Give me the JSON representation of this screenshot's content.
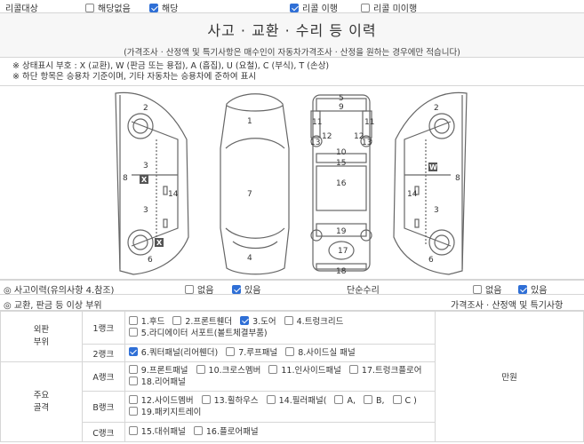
{
  "recall": {
    "label": "리콜대상",
    "opt_none": "해당없음",
    "opt_none_checked": false,
    "opt_yes": "해당",
    "opt_yes_checked": true,
    "opt_done": "리콜 이행",
    "opt_done_checked": true,
    "opt_notdone": "리콜 미이행",
    "opt_notdone_checked": false
  },
  "history": {
    "title": "사고 · 교환 · 수리 등 이력",
    "subtitle": "(가격조사 · 산정액 및 특기사항은 매수인이 자동차가격조사 · 산정을 원하는 경우에만 적습니다)"
  },
  "notes": {
    "line1": "※ 상태표시 부호 : X (교환), W (판금 또는 용접), A (흠집), U (요철), C (부식), T (손상)",
    "line2": "※ 하단 항목은 승용차 기준이며, 기타 자동차는 승용차에 준하여 표시"
  },
  "diagram": {
    "labels": [
      "1",
      "2",
      "3",
      "4",
      "5",
      "6",
      "7",
      "8",
      "9",
      "10",
      "11",
      "12",
      "13",
      "14",
      "15",
      "16",
      "17",
      "18",
      "19"
    ],
    "marks": [
      "X",
      "X",
      "W"
    ]
  },
  "accident": {
    "label": "◎ 사고이력(유의사항 4.참조)",
    "opt_no": "없음",
    "opt_no_checked": false,
    "opt_yes": "있음",
    "opt_yes_checked": true,
    "simple_repair_label": "단순수리",
    "sr_no": "없음",
    "sr_no_checked": false,
    "sr_yes": "있음",
    "sr_yes_checked": true
  },
  "exchange": {
    "header_left": "◎ 교환, 판금 등 이상 부위",
    "header_right": "가격조사 · 산정액 및 특기사항",
    "outer_label": "외판\n부위",
    "main_label": "주요\n골격",
    "price_value": "만원",
    "ranks": [
      {
        "name": "1랭크",
        "items": [
          {
            "t": "1.후드",
            "c": false
          },
          {
            "t": "2.프론트휀더",
            "c": false
          },
          {
            "t": "3.도어",
            "c": true
          },
          {
            "t": "4.트렁크리드",
            "c": false
          },
          {
            "t": "5.라디에이터 서포트(볼트체결부품)",
            "c": false
          }
        ]
      },
      {
        "name": "2랭크",
        "items": [
          {
            "t": "6.쿼터패널(리어휀더)",
            "c": true
          },
          {
            "t": "7.루프패널",
            "c": false
          },
          {
            "t": "8.사이드실 패널",
            "c": false
          }
        ]
      },
      {
        "name": "A랭크",
        "items": [
          {
            "t": "9.프론트패널",
            "c": false
          },
          {
            "t": "10.크로스멤버",
            "c": false
          },
          {
            "t": "11.인사이드패널",
            "c": false
          },
          {
            "t": "17.트렁크플로어",
            "c": false
          },
          {
            "t": "18.리어패널",
            "c": false
          }
        ]
      },
      {
        "name": "B랭크",
        "items": [
          {
            "t": "12.사이드멤버",
            "c": false
          },
          {
            "t": "13.휠하우스",
            "c": false
          },
          {
            "t": "14.필러패널(",
            "c": false
          },
          {
            "t": "A,",
            "c": false
          },
          {
            "t": "B,",
            "c": false
          },
          {
            "t": "C )",
            "c": false
          },
          {
            "t": "19.패키지트레이",
            "c": false
          }
        ]
      },
      {
        "name": "C랭크",
        "items": [
          {
            "t": "15.대쉬패널",
            "c": false
          },
          {
            "t": "16.플로어패널",
            "c": false
          }
        ]
      }
    ]
  },
  "colors": {
    "checkbox_on": "#2f6fd6",
    "border": "#d6d6d6",
    "header_bg": "#f7f7f7",
    "mark_bg": "#555555"
  }
}
